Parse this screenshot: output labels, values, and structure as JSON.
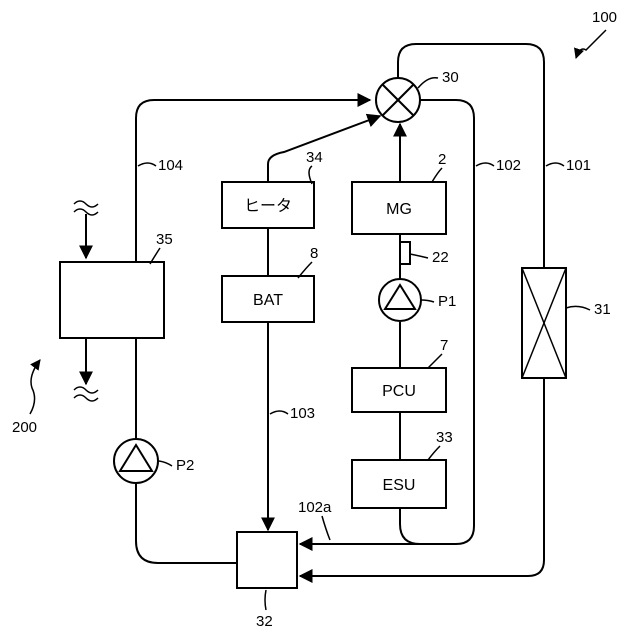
{
  "diagram": {
    "system_ref": "100",
    "external_ref": "200",
    "components": {
      "heater": {
        "label": "ヒータ",
        "ref": "34"
      },
      "battery": {
        "label": "BAT",
        "ref": "8"
      },
      "motor_generator": {
        "label": "MG",
        "ref": "2"
      },
      "pcu": {
        "label": "PCU",
        "ref": "7"
      },
      "esu": {
        "label": "ESU",
        "ref": "33"
      },
      "heat_exchanger": {
        "label": "",
        "ref": "35"
      },
      "valve": {
        "ref": "30"
      },
      "radiator": {
        "ref": "31"
      },
      "tank": {
        "label": "",
        "ref": "32"
      },
      "pump_p1": {
        "label": "P1"
      },
      "pump_p2": {
        "label": "P2"
      },
      "sensor": {
        "ref": "22"
      }
    },
    "pipes": {
      "p101": "101",
      "p102": "102",
      "p102a": "102a",
      "p103": "103",
      "p104": "104"
    }
  }
}
